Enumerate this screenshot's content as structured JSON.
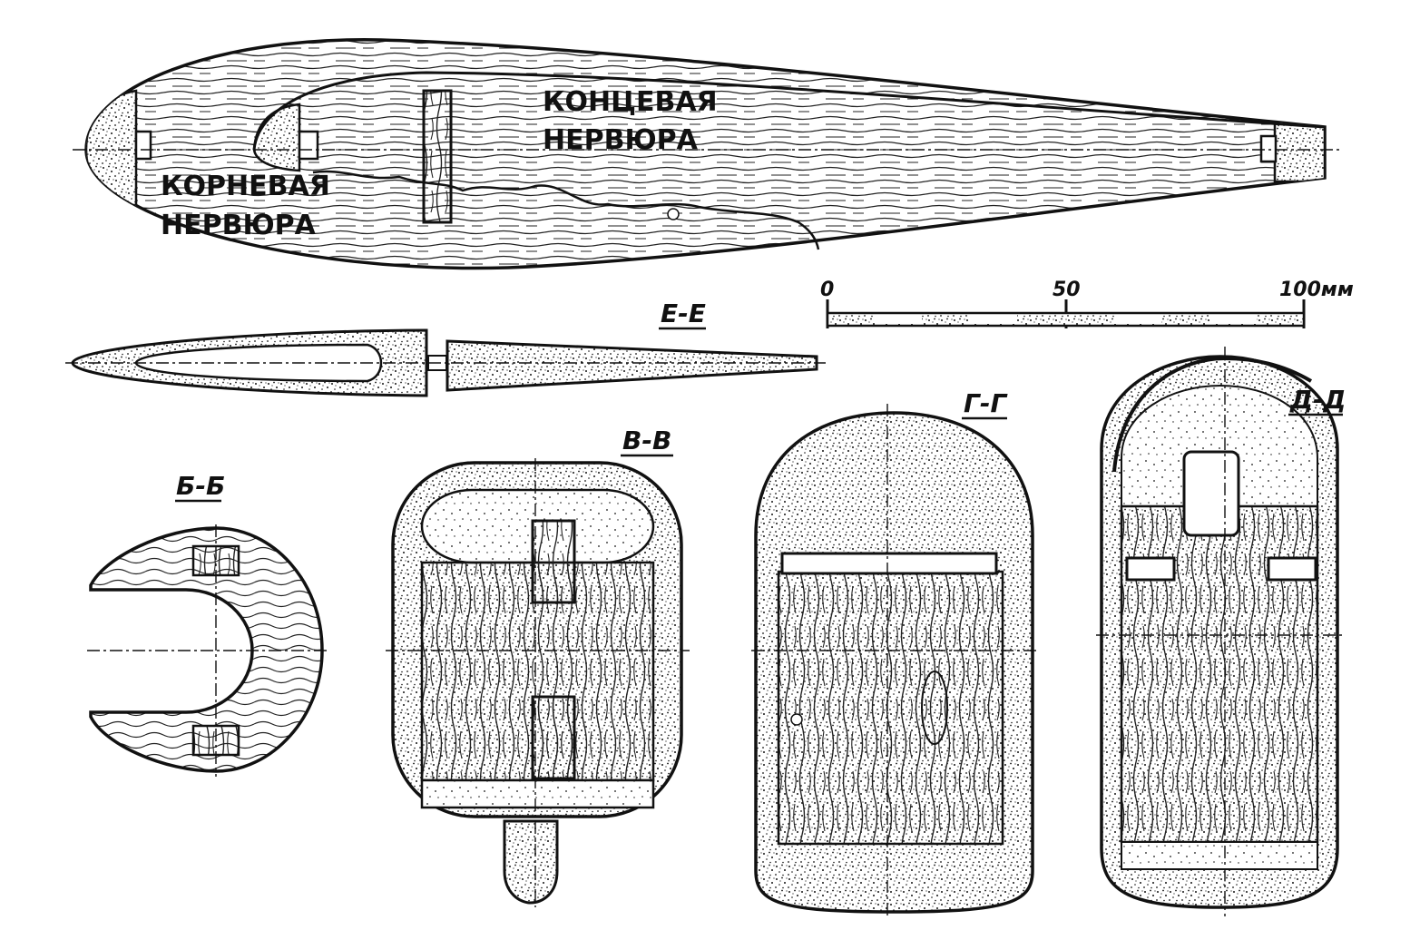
{
  "labels": {
    "tip_rib_line1": "КОНЦЕВАЯ",
    "tip_rib_line2": "НЕРВЮРА",
    "root_rib_line1": "КОРНЕВАЯ",
    "root_rib_line2": "НЕРВЮРА"
  },
  "sections": {
    "e": "Е-Е",
    "b": "Б-Б",
    "v": "В-В",
    "g": "Г-Г",
    "d": "Д-Д"
  },
  "scale": {
    "zero": "0",
    "mid": "50",
    "end": "100мм"
  }
}
